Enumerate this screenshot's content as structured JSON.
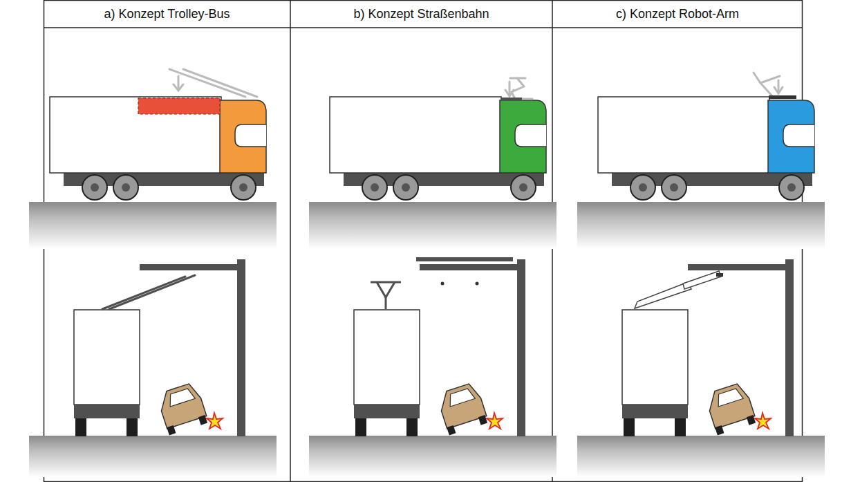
{
  "diagram": {
    "labels": [
      "a) Konzept Trolley-Bus",
      "b) Konzept Straßenbahn",
      "c) Konzept Robot-Arm"
    ]
  }
}
